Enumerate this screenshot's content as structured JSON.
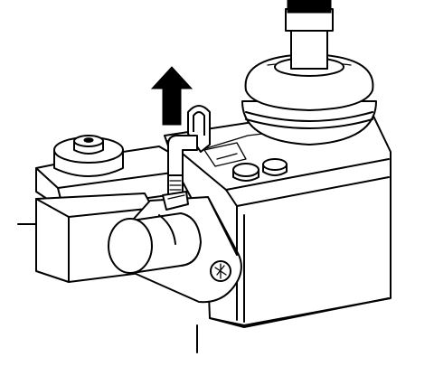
{
  "diagram": {
    "kind": "technical-line-illustration",
    "subject": "switch-lever-and-shaft-assembly",
    "arrow_direction": "up",
    "colors": {
      "ink": "#000000",
      "paper": "#ffffff"
    }
  }
}
